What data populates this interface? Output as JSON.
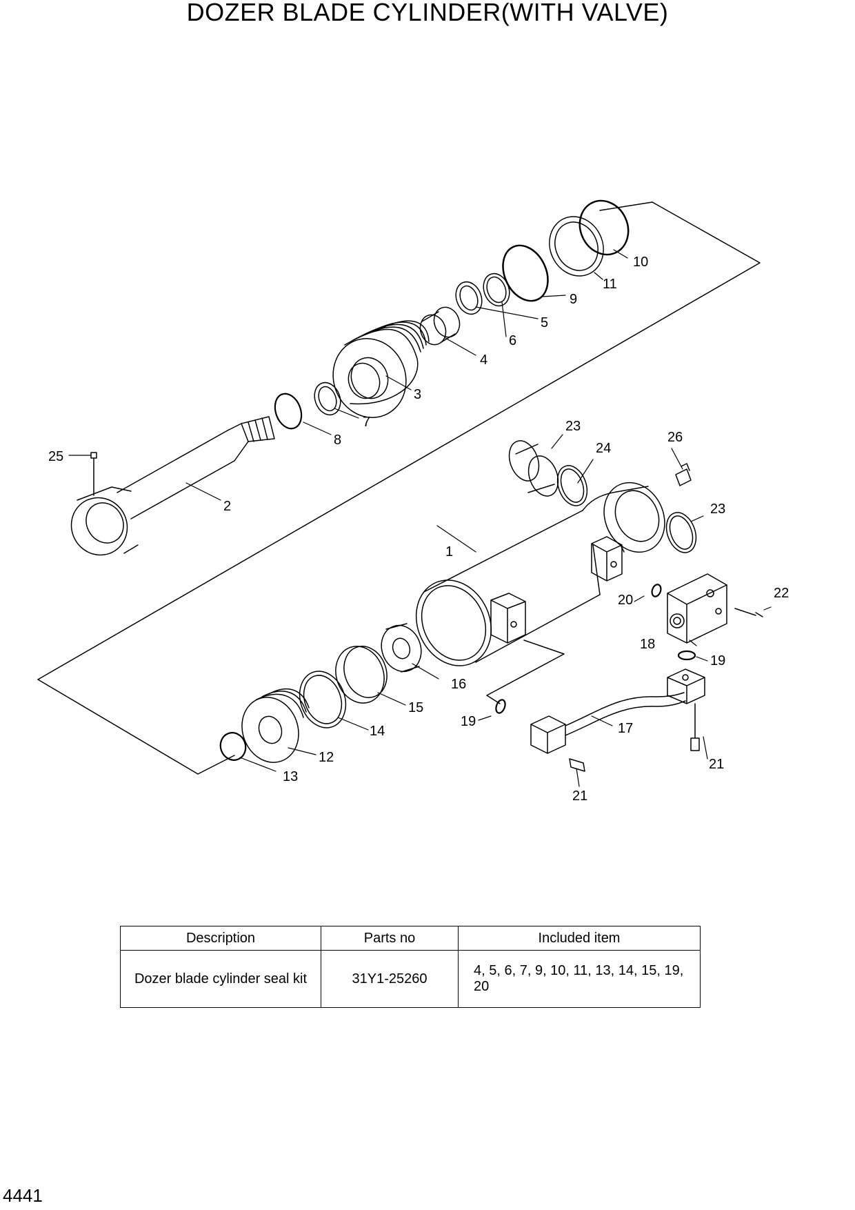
{
  "title": "DOZER BLADE CYLINDER(WITH VALVE)",
  "page_number": "4441",
  "callouts": [
    "1",
    "2",
    "3",
    "4",
    "5",
    "6",
    "7",
    "8",
    "9",
    "10",
    "11",
    "12",
    "13",
    "14",
    "15",
    "16",
    "17",
    "18",
    "19",
    "19",
    "20",
    "21",
    "21",
    "22",
    "23",
    "23",
    "24",
    "25",
    "26"
  ],
  "table": {
    "headers": [
      "Description",
      "Parts no",
      "Included item"
    ],
    "rows": [
      {
        "description": "Dozer blade cylinder seal kit",
        "parts_no": "31Y1-25260",
        "included": "4, 5, 6, 7, 9, 10, 11, 13, 14, 15, 19, 20"
      }
    ]
  }
}
